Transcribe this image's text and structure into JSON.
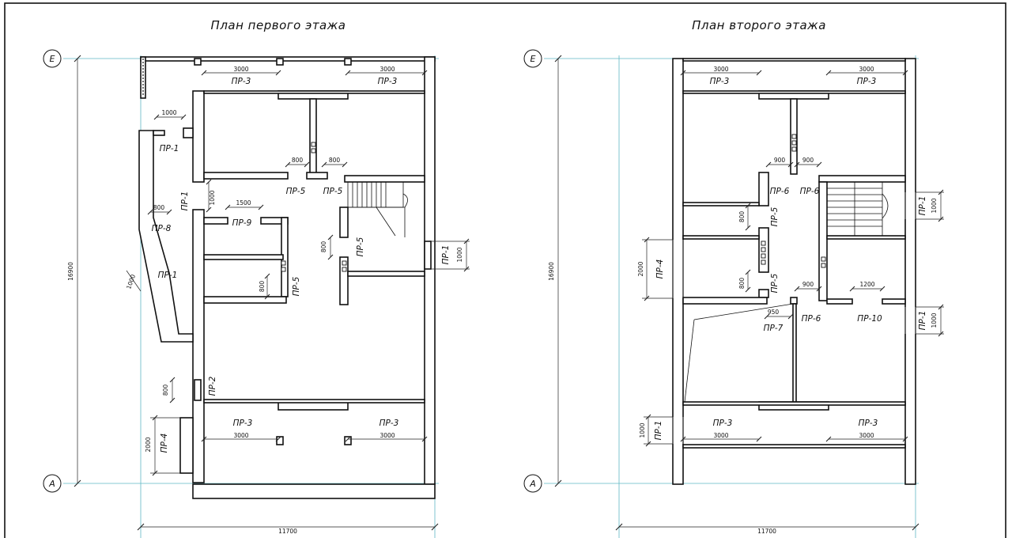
{
  "plans": [
    {
      "title": "План первого этажа",
      "axis_top": "Е",
      "axis_bottom": "А",
      "dim_height": "16900",
      "dim_width": "11700",
      "openings": [
        {
          "id": "pr3-tl",
          "label": "ПР-3",
          "dim": "3000"
        },
        {
          "id": "pr3-tr",
          "label": "ПР-3",
          "dim": "3000"
        },
        {
          "id": "pr1-a",
          "label": "ПР-1",
          "dim": "1000"
        },
        {
          "id": "pr5-a",
          "label": "ПР-5",
          "dim": "800"
        },
        {
          "id": "pr5-b",
          "label": "ПР-5",
          "dim": "800"
        },
        {
          "id": "pr1-b",
          "label": "ПР-1",
          "dim": "1000"
        },
        {
          "id": "pr9",
          "label": "ПР-9",
          "dim": "1500"
        },
        {
          "id": "pr8",
          "label": "ПР-8",
          "dim": "800"
        },
        {
          "id": "pr1-c",
          "label": "ПР-1",
          "dim": "1000"
        },
        {
          "id": "pr5-c",
          "label": "ПР-5",
          "dim": "800"
        },
        {
          "id": "pr5-d",
          "label": "ПР-5",
          "dim": "800"
        },
        {
          "id": "pr1-d",
          "label": "ПР-1",
          "dim": "1000"
        },
        {
          "id": "pr2",
          "label": "ПР-2",
          "dim": "800"
        },
        {
          "id": "pr3-bl",
          "label": "ПР-3",
          "dim": "3000"
        },
        {
          "id": "pr3-br",
          "label": "ПР-3",
          "dim": "3000"
        },
        {
          "id": "pr4",
          "label": "ПР-4",
          "dim": "2000"
        }
      ]
    },
    {
      "title": "План второго этажа",
      "axis_top": "Е",
      "axis_bottom": "А",
      "dim_height": "16900",
      "dim_width": "11700",
      "openings": [
        {
          "id": "pr3-tl",
          "label": "ПР-3",
          "dim": "3000"
        },
        {
          "id": "pr3-tr",
          "label": "ПР-3",
          "dim": "3000"
        },
        {
          "id": "pr6-a",
          "label": "ПР-6",
          "dim": "900"
        },
        {
          "id": "pr6-b",
          "label": "ПР-6",
          "dim": "900"
        },
        {
          "id": "pr1-a",
          "label": "ПР-1",
          "dim": "1000"
        },
        {
          "id": "pr5-a",
          "label": "ПР-5",
          "dim": "800"
        },
        {
          "id": "pr4",
          "label": "ПР-4",
          "dim": "2000"
        },
        {
          "id": "pr5-b",
          "label": "ПР-5",
          "dim": "800"
        },
        {
          "id": "pr6-c",
          "label": "ПР-6",
          "dim": "900"
        },
        {
          "id": "pr10",
          "label": "ПР-10",
          "dim": "1200"
        },
        {
          "id": "pr7",
          "label": "ПР-7",
          "dim": "950"
        },
        {
          "id": "pr1-b",
          "label": "ПР-1",
          "dim": "1000"
        },
        {
          "id": "pr1-c",
          "label": "ПР-1",
          "dim": "1000"
        },
        {
          "id": "pr3-bl",
          "label": "ПР-3",
          "dim": "3000"
        },
        {
          "id": "pr3-br",
          "label": "ПР-3",
          "dim": "3000"
        }
      ]
    }
  ],
  "colors": {
    "lines": "#111111",
    "axes": "#5fb8c4",
    "background": "#ffffff"
  }
}
